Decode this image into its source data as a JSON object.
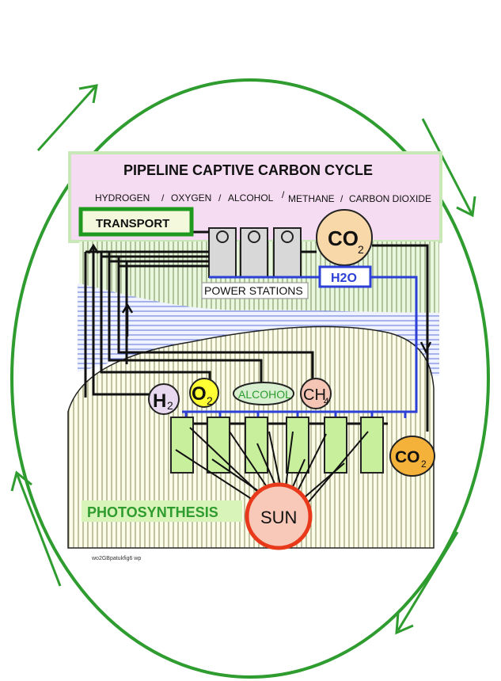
{
  "title": "PIPELINE CAPTIVE  CARBON CYCLE",
  "gases": {
    "hydrogen": "HYDROGEN",
    "sep1": "/",
    "oxygen": "OXYGEN",
    "sep2": "/",
    "alcohol": "ALCOHOL",
    "sep3": "/",
    "methane": "METHANE",
    "sep4": "/",
    "carbon_dioxide": "CARBON DIOXIDE"
  },
  "transport": "TRANSPORT",
  "co2_main": "CO",
  "co2_sub": "2",
  "power_stations": "POWER STATIONS",
  "water": "H2O",
  "bubbles": {
    "h_main": "H",
    "h_sub": "2",
    "o_main": "O",
    "o_sub": "2",
    "alcohol": "ALCOHOL",
    "ch_main": "CH",
    "ch_sub": "4"
  },
  "co2_right_main": "CO",
  "co2_right_sub": "2",
  "photosynthesis": "PHOTOSYNTHESIS",
  "sun": "SUN",
  "credit": "wo2GBpatukfig6   wp",
  "colors": {
    "cycle_green": "#2e9c2e",
    "pink_panel": "#f6dcf2",
    "pink_border": "#c8e8b8",
    "transport_border": "#1f9a1f",
    "transport_fill": "#f4f8dc",
    "co2_fill": "#f8d8a8",
    "co2_right_fill": "#f5b23a",
    "water_blue": "#2c3fd6",
    "h2_fill": "#e8d8f0",
    "o2_fill": "#ffff33",
    "alcohol_fill": "#d8f0d0",
    "ch4_fill": "#f4c4b4",
    "tank_fill": "#c8f09c",
    "sun_fill": "#f8c8b8",
    "sun_border": "#e83a1a",
    "photo_text": "#2e9c2e",
    "photo_bg": "#d8f4b8"
  }
}
